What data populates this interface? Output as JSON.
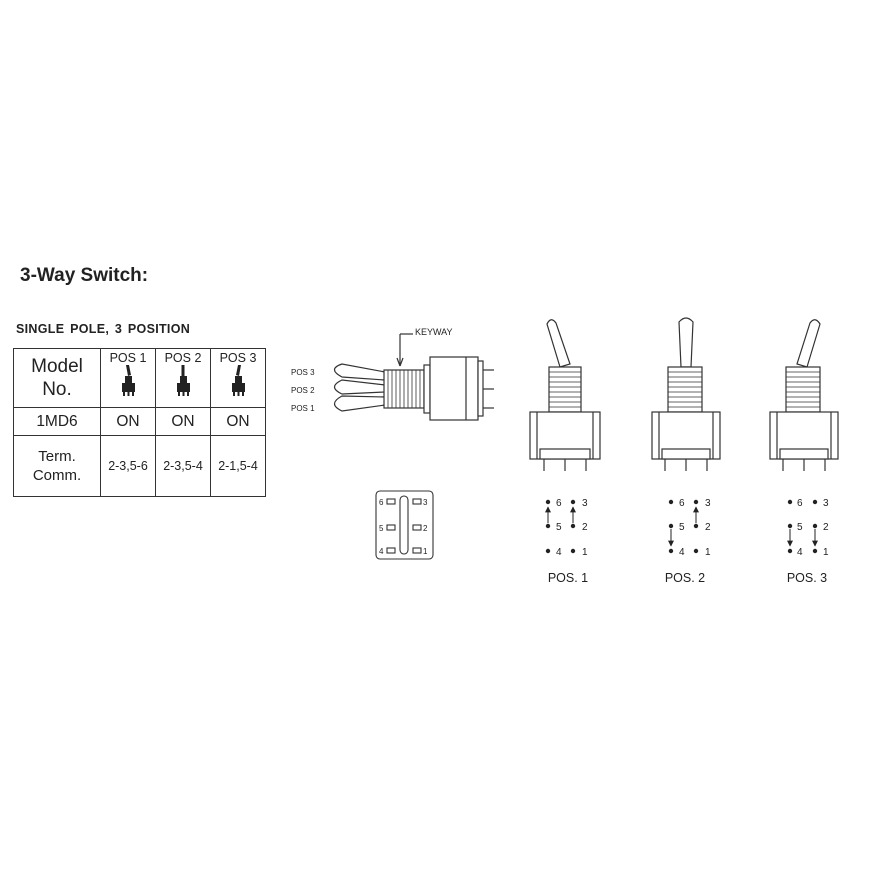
{
  "title": "3-Way Switch:",
  "subtitle": "SINGLE  POLE,  3  POSITION",
  "table": {
    "model_header": "Model No.",
    "pos_headers": [
      "POS 1",
      "POS 2",
      "POS 3"
    ],
    "model": "1MD6",
    "states": [
      "ON",
      "ON",
      "ON"
    ],
    "term_label": "Term. Comm.",
    "terms": [
      "2-3,5-6",
      "2-3,5-4",
      "2-1,5-4"
    ]
  },
  "side_view": {
    "keyway_label": "KEYWAY",
    "positions": [
      "POS 3",
      "POS 2",
      "POS 1"
    ]
  },
  "terminal_numbers": [
    "6",
    "3",
    "5",
    "2",
    "4",
    "1"
  ],
  "position_captions": [
    "POS. 1",
    "POS. 2",
    "POS. 3"
  ],
  "icons": [
    "toggle-lever-icon",
    "switch-front-view-icon",
    "terminal-dot-icon",
    "arrow-icon"
  ]
}
